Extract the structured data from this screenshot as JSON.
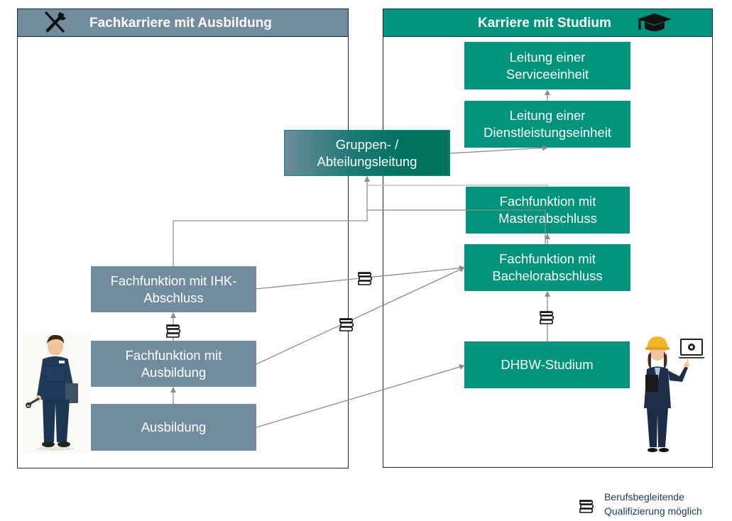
{
  "panels": {
    "left": {
      "title": "Fachkarriere mit Ausbildung",
      "icon": "wrench-screwdriver-icon",
      "header_color": "#718c9f"
    },
    "right": {
      "title": "Karriere mit Studium",
      "icon": "graduation-cap-icon",
      "header_color": "#00947d"
    }
  },
  "boxes": {
    "gruppenleitung": "Gruppen- / Abteilungsleitung",
    "ihk": "Fachfunktion mit IHK-Abschluss",
    "fachfunktion_ausbildung": "Fachfunktion mit Ausbildung",
    "ausbildung": "Ausbildung",
    "leitung_service": "Leitung einer Serviceeinheit",
    "leitung_dienstleistung": "Leitung einer Dienstleistungseinheit",
    "master": "Fachfunktion mit Masterabschluss",
    "bachelor": "Fachfunktion mit Bachelorabschluss",
    "dhbw": "DHBW-Studium"
  },
  "box_lines": {
    "gruppenleitung": [
      "Gruppen- /",
      "Abteilungsleitung"
    ],
    "ihk": [
      "Fachfunktion mit IHK-",
      "Abschluss"
    ],
    "fachfunktion_ausbildung": [
      "Fachfunktion mit",
      "Ausbildung"
    ],
    "leitung_service": [
      "Leitung einer",
      "Serviceeinheit"
    ],
    "leitung_dienstleistung": [
      "Leitung einer",
      "Dienstleistungseinheit"
    ],
    "master": [
      "Fachfunktion mit",
      "Masterabschluss"
    ],
    "bachelor": [
      "Fachfunktion mit",
      "Bachelorabschluss"
    ]
  },
  "colors": {
    "grey_box": "#718c9f",
    "green_box": "#00947d",
    "connector": "#8c8c8c",
    "border": "#0d2b45"
  },
  "legend": {
    "icon": "books-icon",
    "text_line1": "Berufsbegleitende",
    "text_line2": "Qualifizierung möglich"
  },
  "illustrations": {
    "left": "technician-illustration",
    "right": "engineer-illustration"
  }
}
